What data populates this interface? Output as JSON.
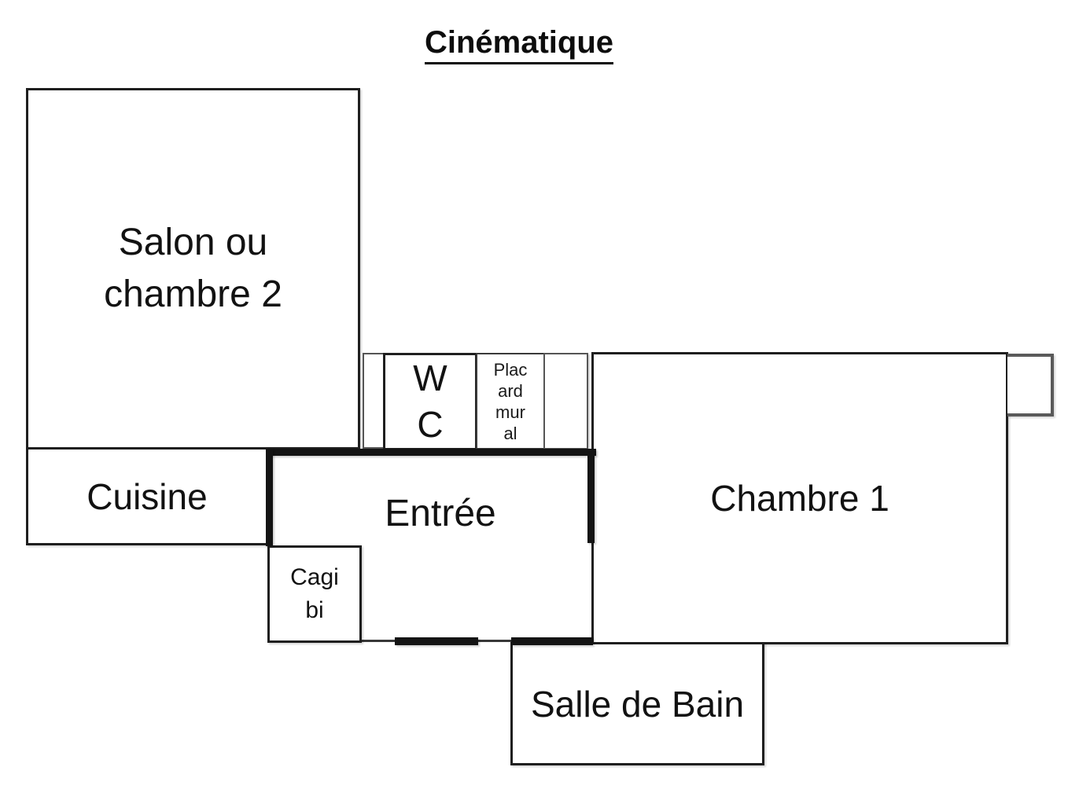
{
  "title": "Cinématique",
  "rooms": {
    "salon": {
      "line1": "Salon ou",
      "line2": "chambre 2"
    },
    "cuisine": {
      "name": "Cuisine"
    },
    "entree": {
      "name": "Entrée"
    },
    "wc": {
      "line1": "W",
      "line2": "C"
    },
    "placard": {
      "line1": "Plac",
      "line2": "ard",
      "line3": "mur",
      "line4": "al"
    },
    "cagibi": {
      "line1": "Cagi",
      "line2": "bi"
    },
    "chambre1": {
      "name": "Chambre 1"
    },
    "salle_de_bain": {
      "name": "Salle de Bain"
    }
  },
  "colors": {
    "background": "#ffffff",
    "wall": "#141414",
    "thin_line": "#383838",
    "gray_line": "#5a5a5a",
    "text": "#121212"
  }
}
